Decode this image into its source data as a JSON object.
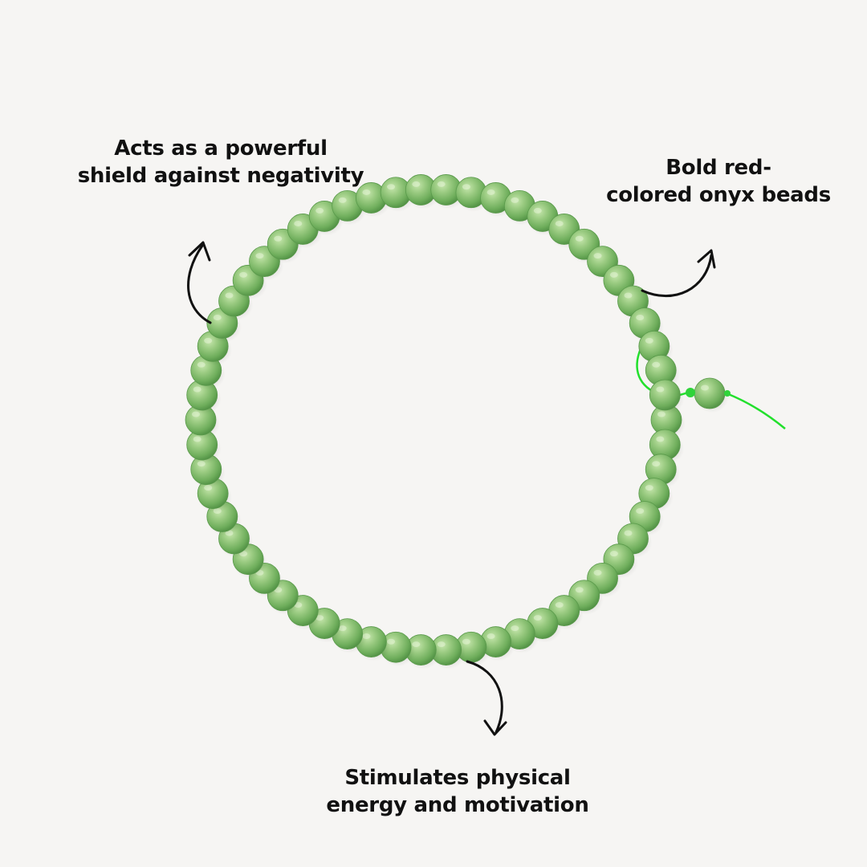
{
  "callouts": {
    "top_left": {
      "line1": "Acts as a powerful",
      "line2": "shield against negativity"
    },
    "top_right": {
      "line1": "Bold red-",
      "line2": "colored onyx beads"
    },
    "bottom": {
      "line1": "Stimulates physical",
      "line2": "energy and motivation"
    }
  },
  "colors": {
    "background": "#f6f5f3",
    "text": "#111111",
    "bead_light": "#a9d48e",
    "bead_mid": "#74b35f",
    "bead_dark": "#4f8f43",
    "thread": "#22e02c",
    "arrow": "#111111"
  },
  "icons": [
    "curved-arrow-up-icon",
    "curved-arrow-right-icon",
    "curved-arrow-down-icon"
  ]
}
